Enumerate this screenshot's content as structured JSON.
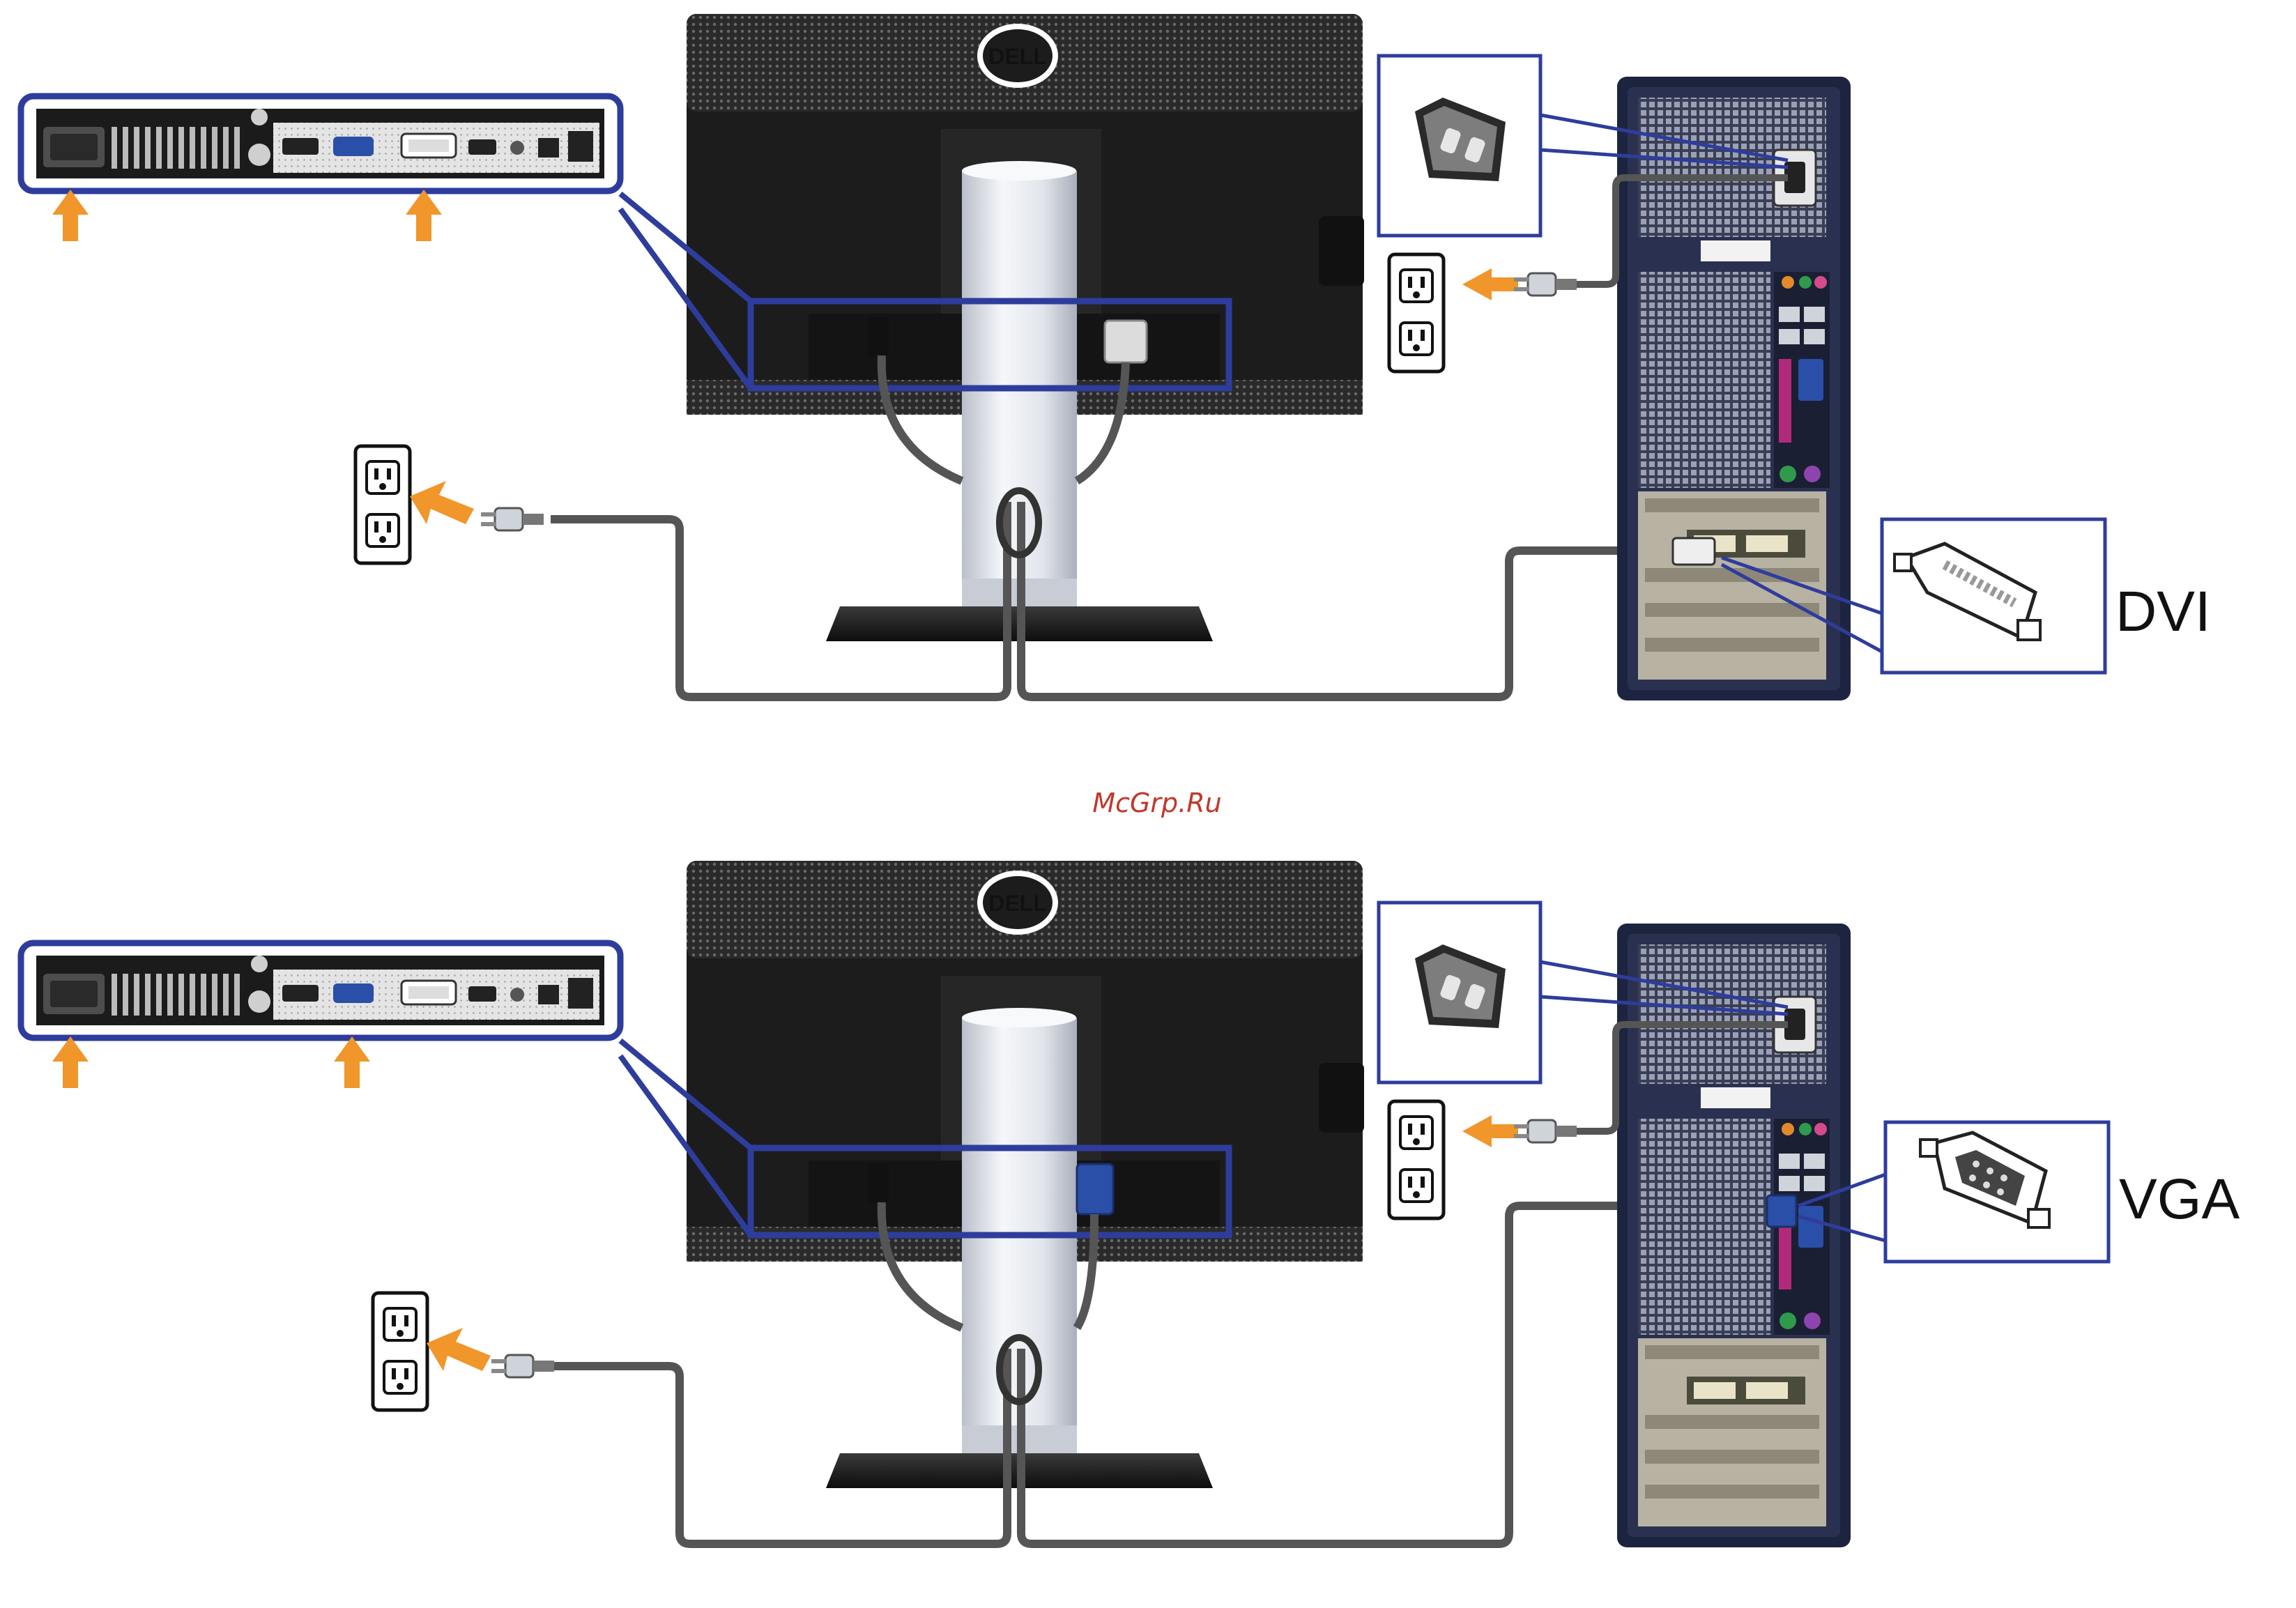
{
  "watermark": "McGrp.Ru",
  "monitor_brand": "DELL",
  "panels": [
    {
      "connector_label": "DVI"
    },
    {
      "connector_label": "VGA"
    }
  ],
  "colors": {
    "callout_blue": "#2e3d9c",
    "arrow_orange": "#f0962b",
    "monitor_black": "#1c1c1c",
    "stand_silver": "#dfe3ea",
    "tower_navy": "#1d2440",
    "cable_gray": "#555555",
    "vga_blue": "#2a4fa8",
    "dvi_white": "#eeeeee"
  },
  "icons": [
    "power-socket-icon",
    "wall-outlet-icon",
    "dvi-connector-icon",
    "vga-connector-icon",
    "power-plug-icon",
    "arrow-icon"
  ]
}
